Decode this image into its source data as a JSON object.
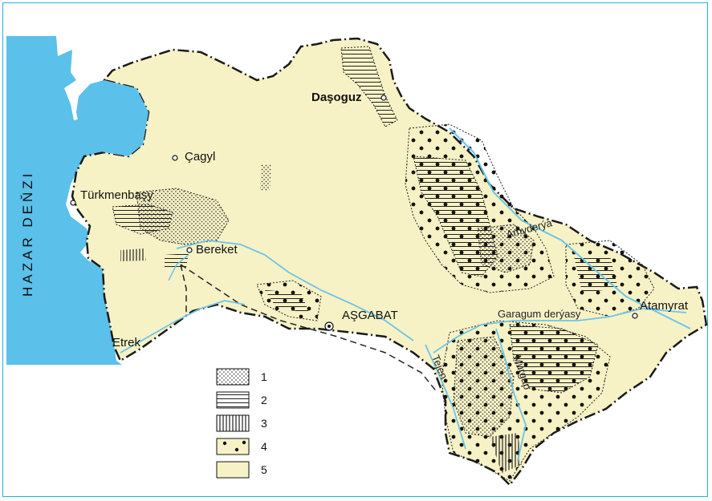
{
  "map": {
    "sea_label": "HAZAR DEŇZI",
    "cities": {
      "dasoguz": "Daşoguz",
      "cagyl": "Çagyl",
      "turkmenbasy": "Türkmenbaşy",
      "bereket": "Bereket",
      "asgabat": "AŞGABAT",
      "atamyrat": "Atamyrat"
    },
    "rivers": {
      "amyderya": "Amyderýa",
      "garagum": "Garagum derýasy",
      "tejen": "Tejen",
      "murgap": "Murgap",
      "etrek": "Etrek"
    },
    "legend": [
      {
        "label": "1",
        "pattern": "dots-fine"
      },
      {
        "label": "2",
        "pattern": "horizontal-lines"
      },
      {
        "label": "3",
        "pattern": "vertical-lines"
      },
      {
        "label": "4",
        "pattern": "large-dots"
      },
      {
        "label": "5",
        "pattern": "plain"
      }
    ],
    "colors": {
      "land": "#f7f2c5",
      "sea": "#5bc0ea",
      "river": "#6cc4ea",
      "border": "#1a1a1a"
    }
  }
}
